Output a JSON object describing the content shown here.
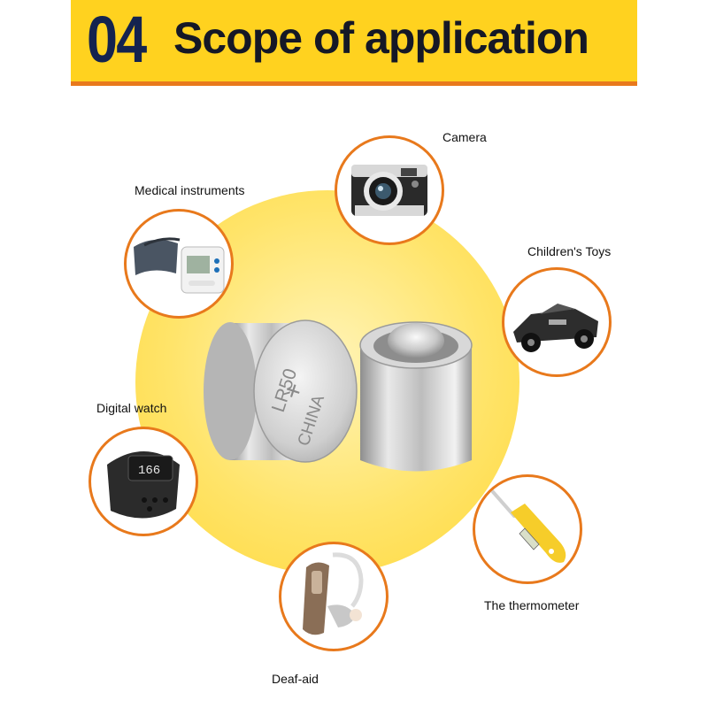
{
  "header": {
    "number": "04",
    "title": "Scope of application"
  },
  "battery": {
    "model": "LR50",
    "symbol": "+",
    "origin": "CHINA"
  },
  "applications": {
    "camera": "Camera",
    "medical": "Medical instruments",
    "toys": "Children's Toys",
    "watch": "Digital watch",
    "watch_display": "166",
    "thermometer": "The thermometer",
    "deafaid": "Deaf-aid"
  },
  "colors": {
    "banner": "#ffd21f",
    "accent": "#e8791c",
    "number": "#14234f",
    "disc": "#ffe46a"
  }
}
